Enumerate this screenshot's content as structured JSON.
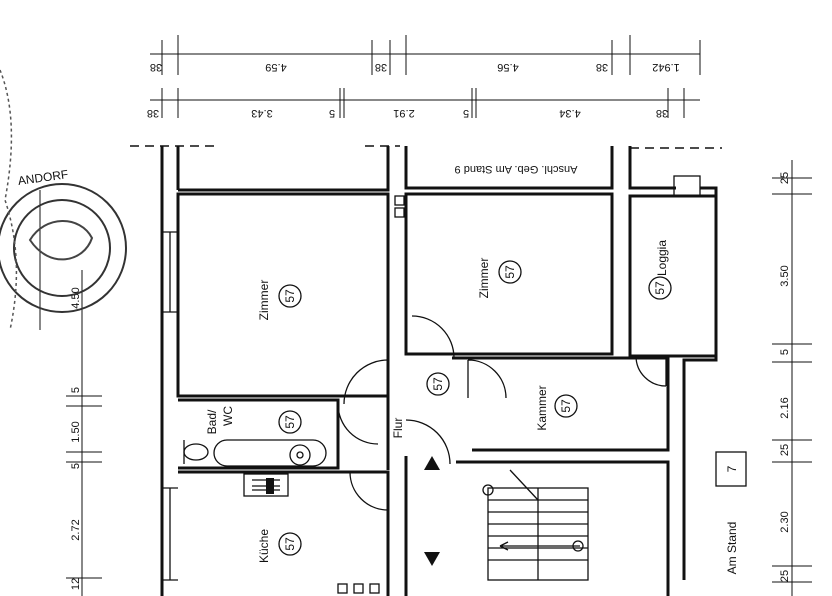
{
  "rooms": {
    "zimmer_left": "Zimmer",
    "zimmer_right": "Zimmer",
    "loggia": "Loggia",
    "bad_wc_line1": "Bad/",
    "bad_wc_line2": "WC",
    "flur": "Flur",
    "kammer": "Kammer",
    "kueche": "Küche",
    "anschl": "Anschl. Geb. Am Stand 9"
  },
  "room_number": "57",
  "house_number": "7",
  "street": "Am Stand",
  "stamp_text": "ANDORF",
  "dimensions": {
    "top_row1": [
      "38",
      "4.59",
      "38",
      "4.56",
      "38",
      "1.942"
    ],
    "top_row2": [
      "38",
      "3.43",
      "5",
      "2.91",
      "5",
      "4.34",
      "38"
    ],
    "right": [
      "25",
      "3.50",
      "5",
      "2.16",
      "25",
      "2.30",
      "25"
    ],
    "left": [
      "4.50",
      "5",
      "1.50",
      "5",
      "2.72",
      "12"
    ]
  }
}
